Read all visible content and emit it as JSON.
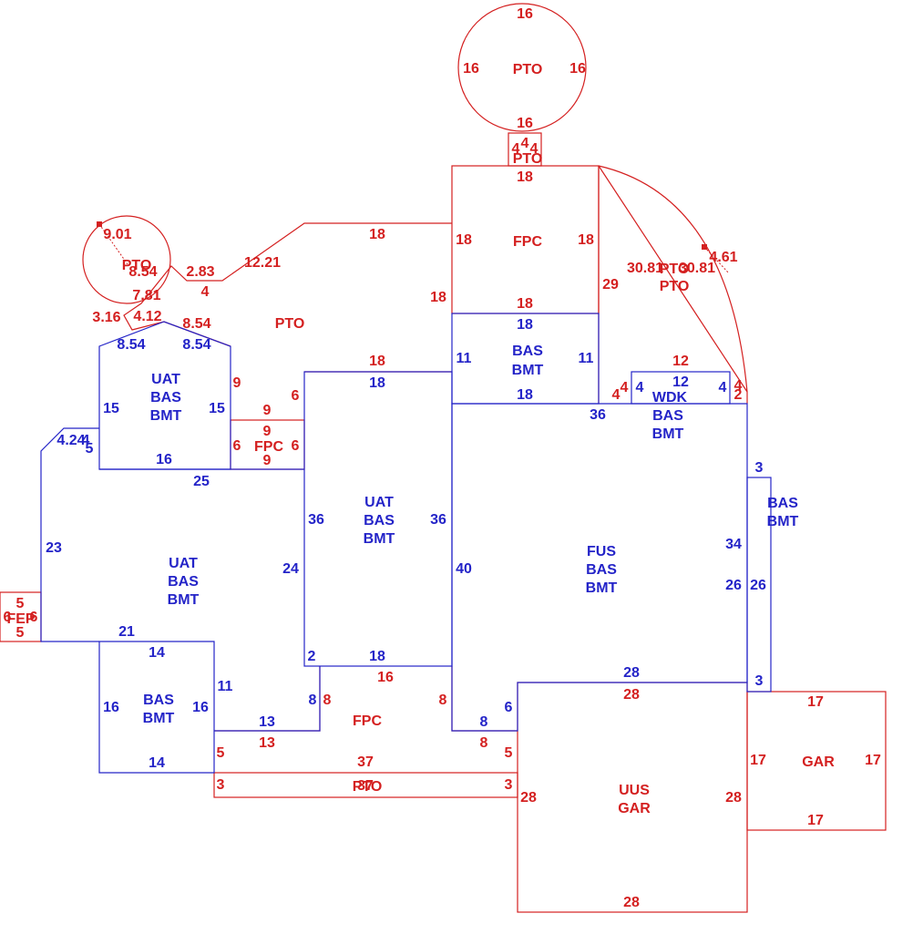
{
  "colors": {
    "red": "#d42020",
    "blue": "#2424c8",
    "background": "#ffffff"
  },
  "areas": {
    "pto_circle_top": [
      "PTO"
    ],
    "pto_small_top": [
      "PTO"
    ],
    "fpc_top": [
      "FPC"
    ],
    "pto_arc_right": [
      "PTO",
      "PTO"
    ],
    "pto_circle_left": [
      "PTO"
    ],
    "pto_upper_left": [
      "PTO"
    ],
    "bas_bmt_center_top": [
      "BAS",
      "BMT"
    ],
    "wdk": [
      "WDK"
    ],
    "bas_bmt_wdk": [
      "BAS",
      "BMT"
    ],
    "uat_upper_left": [
      "UAT",
      "BAS",
      "BMT"
    ],
    "fpc_small": [
      "FPC"
    ],
    "uat_center": [
      "UAT",
      "BAS",
      "BMT"
    ],
    "uat_left": [
      "UAT",
      "BAS",
      "BMT"
    ],
    "fus": [
      "FUS",
      "BAS",
      "BMT"
    ],
    "bas_bmt_right": [
      "BAS",
      "BMT"
    ],
    "fep": [
      "FEP"
    ],
    "bas_bmt_lower_left": [
      "BAS",
      "BMT"
    ],
    "fpc_bottom": [
      "FPC"
    ],
    "pto_bottom": [
      "PTO"
    ],
    "uus_gar": [
      "UUS",
      "GAR"
    ],
    "gar": [
      "GAR"
    ]
  },
  "dimensions": {
    "pto_circle_top": [
      "16",
      "16",
      "16",
      "16"
    ],
    "pto_small_top": [
      "4",
      "4",
      "4"
    ],
    "fpc_top": [
      "18",
      "18",
      "18",
      "18"
    ],
    "pto_arc_right": [
      "29",
      "30.81",
      "30.81",
      "4.61",
      "4",
      "4"
    ],
    "pto_circle_left": [
      "9.01",
      "8.54"
    ],
    "pto_upper_left": [
      "18",
      "12.21",
      "2.83",
      "4",
      "7.81",
      "3.16",
      "4.12",
      "8.54",
      "18",
      "9",
      "6"
    ],
    "bas_bmt_center_top": [
      "18",
      "11",
      "11",
      "18"
    ],
    "wdk": [
      "12",
      "12",
      "4",
      "4",
      "2",
      "4"
    ],
    "bas_bmt_wdk": [
      "36"
    ],
    "uat_upper_left": [
      "8.54",
      "8.54",
      "15",
      "15",
      "16"
    ],
    "fpc_small": [
      "9",
      "9",
      "6",
      "6",
      "9"
    ],
    "uat_center": [
      "18",
      "36",
      "36",
      "18",
      "2"
    ],
    "uat_left": [
      "4.24",
      "4",
      "5",
      "25",
      "23",
      "24",
      "21",
      "40"
    ],
    "fus": [
      "34",
      "26",
      "28",
      "6",
      "8"
    ],
    "bas_bmt_right": [
      "3",
      "26",
      "3"
    ],
    "fep": [
      "5",
      "5",
      "6",
      "6"
    ],
    "bas_bmt_lower_left": [
      "14",
      "11",
      "16",
      "16",
      "14",
      "13"
    ],
    "fpc_bottom": [
      "16",
      "8",
      "8",
      "13",
      "5",
      "8",
      "5"
    ],
    "pto_bottom": [
      "37",
      "37",
      "3",
      "3"
    ],
    "uus_gar": [
      "28",
      "28",
      "28",
      "28"
    ],
    "gar": [
      "17",
      "17",
      "17",
      "17"
    ]
  }
}
